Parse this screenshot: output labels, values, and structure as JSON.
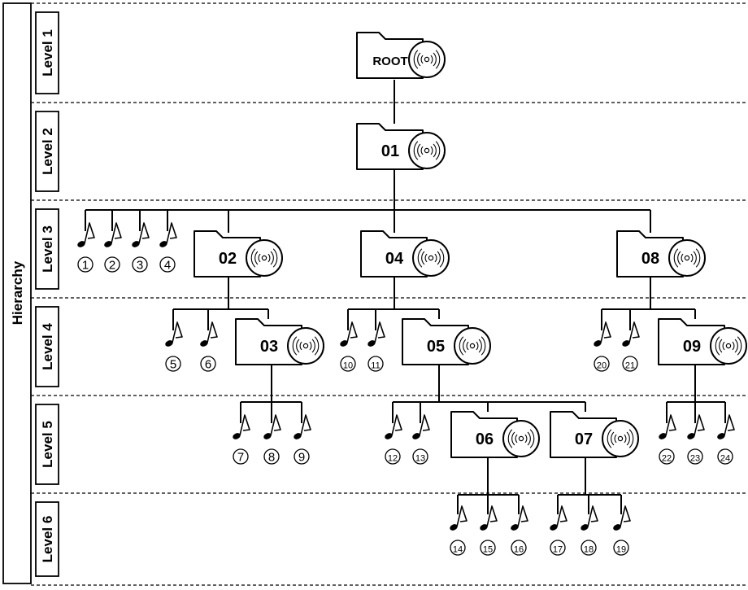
{
  "hierarchy_label": "Hierarchy",
  "levels": [
    "Level 1",
    "Level 2",
    "Level 3",
    "Level 4",
    "Level 5",
    "Level 6"
  ],
  "folders": [
    "ROOT",
    "01",
    "02",
    "03",
    "04",
    "05",
    "06",
    "07",
    "08",
    "09"
  ],
  "tracks": [
    "①",
    "②",
    "③",
    "④",
    "⑤",
    "⑥",
    "⑦",
    "⑧",
    "⑨",
    "⑩",
    "⑪",
    "⑫",
    "⑬",
    "⑭",
    "⑮",
    "⑯",
    "⑰",
    "⑱",
    "⑲",
    "⑳",
    "㉑",
    "㉒",
    "㉓",
    "㉔"
  ]
}
